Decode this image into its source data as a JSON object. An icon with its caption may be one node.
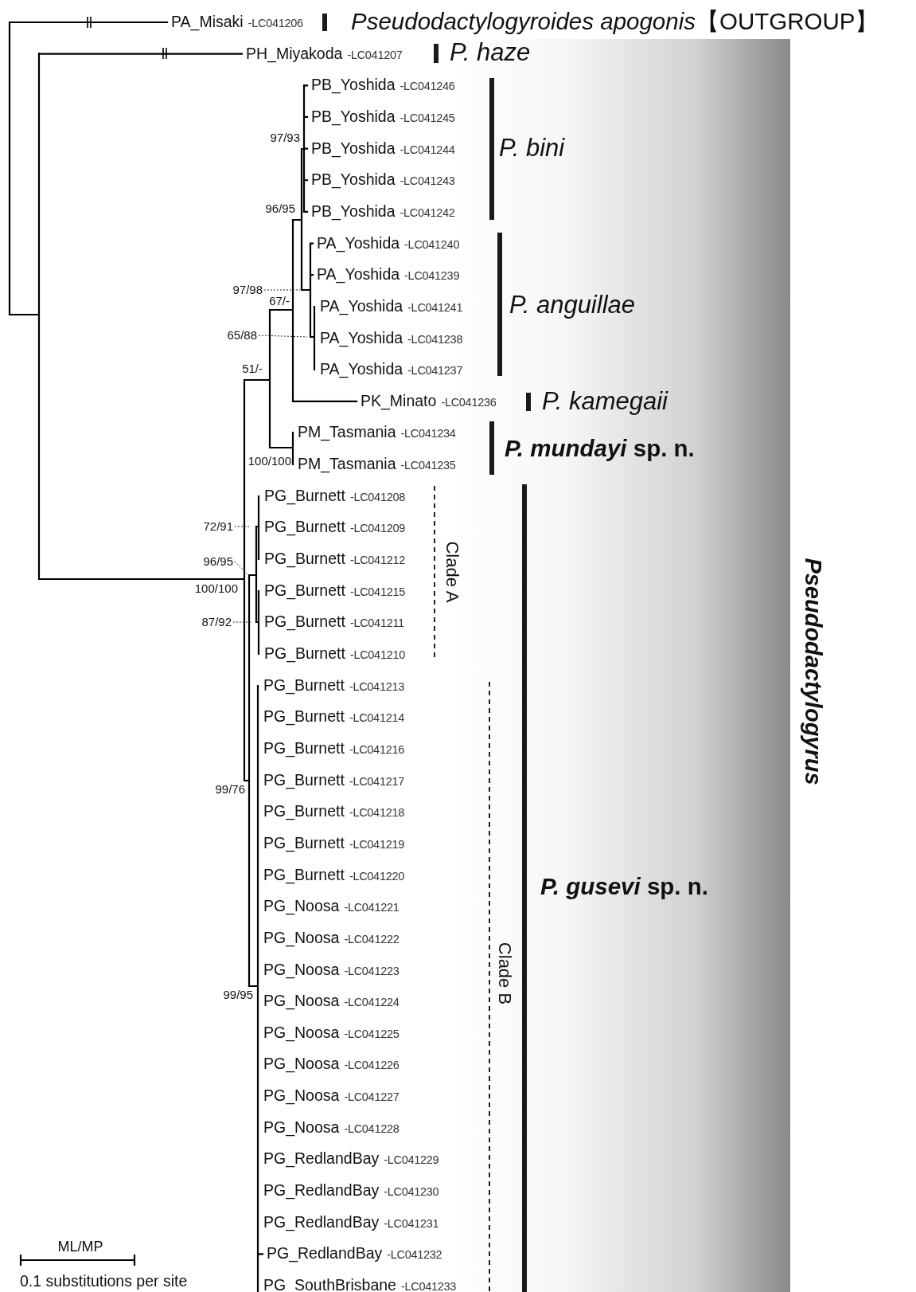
{
  "diagram": {
    "nodes": [
      {
        "text": [
          "97/98"
        ]
      },
      {
        "text": [
          "65/88"
        ]
      },
      {
        "text": [
          "72/91"
        ]
      },
      {
        "text": [
          "96/95"
        ]
      },
      {
        "text": [
          "87/92"
        ]
      },
      {
        "text": [
          "Pseudodactylogyrus"
        ]
      }
    ],
    "edges": [
      {
        "from": 0,
        "to": null,
        "arrow": "none",
        "style": "dashed"
      },
      {
        "from": 1,
        "to": null,
        "arrow": "none",
        "style": "dashed"
      },
      {
        "from": 2,
        "to": null,
        "arrow": "none",
        "style": "dashed"
      },
      {
        "from": 3,
        "to": null,
        "arrow": "none",
        "style": "dashed"
      },
      {
        "from": 4,
        "to": null,
        "arrow": "none",
        "style": "dashed"
      }
    ],
    "labels": [
      "PA_Misaki",
      "-LC041206",
      "PH_Miyakoda",
      "-LC041207",
      "PB_Yoshida",
      "-LC041246",
      "PB_Yoshida",
      "-LC041245",
      "PB_Yoshida",
      "-LC041244",
      "PB_Yoshida",
      "-LC041243",
      "PB_Yoshida",
      "-LC041242",
      "PA_Yoshida",
      "-LC041240",
      "PA_Yoshida",
      "-LC041239",
      "PA_Yoshida",
      "-LC041241",
      "PA_Yoshida",
      "-LC041238",
      "PA_Yoshida",
      "-LC041237",
      "PK_Minato",
      "-LC041236",
      "PM_Tasmania",
      "-LC041234",
      "PM_Tasmania",
      "-LC041235",
      "PG_Burnett",
      "-LC041208",
      "PG_Burnett",
      "-LC041209",
      "PG_Burnett",
      "-LC041212",
      "PG_Burnett",
      "-LC041215",
      "PG_Burnett",
      "-LC041211",
      "PG_Burnett",
      "-LC041210",
      "PG_Burnett",
      "-LC041213",
      "PG_Burnett",
      "-LC041214",
      "PG_Burnett",
      "-LC041216",
      "PG_Burnett",
      "-LC041217",
      "PG_Burnett",
      "-LC041218",
      "PG_Burnett",
      "-LC041219",
      "PG_Burnett",
      "-LC041220",
      "PG_Noosa",
      "-LC041221",
      "PG_Noosa",
      "-LC041222",
      "PG_Noosa",
      "-LC041223",
      "PG_Noosa",
      "-LC041224",
      "PG_Noosa",
      "-LC041225",
      "PG_Noosa",
      "-LC041226",
      "PG_Noosa",
      "-LC041227",
      "PG_Noosa",
      "-LC041228",
      "PG_RedlandBay",
      "-LC041229",
      "PG_RedlandBay",
      "-LC041230",
      "PG_RedlandBay",
      "-LC041231",
      "PG_RedlandBay",
      "-LC041232",
      "PG_SouthBrisbane",
      "-LC041233",
      "97/93",
      "96/95",
      "67/-",
      "51/-",
      "100/100",
      "100/100",
      "99/76",
      "99/95",
      "*Pseudodactylogyroides apogonis*【OUTGROUP】",
      "P. haze",
      "P. bini",
      "P. anguillae",
      "P. kamegaii",
      "*P. mundayi* sp. n.",
      "*P. gusevi* sp. n.",
      "Clade A",
      "Clade B",
      "ML/MP",
      "0.1 substitutions per site"
    ]
  }
}
